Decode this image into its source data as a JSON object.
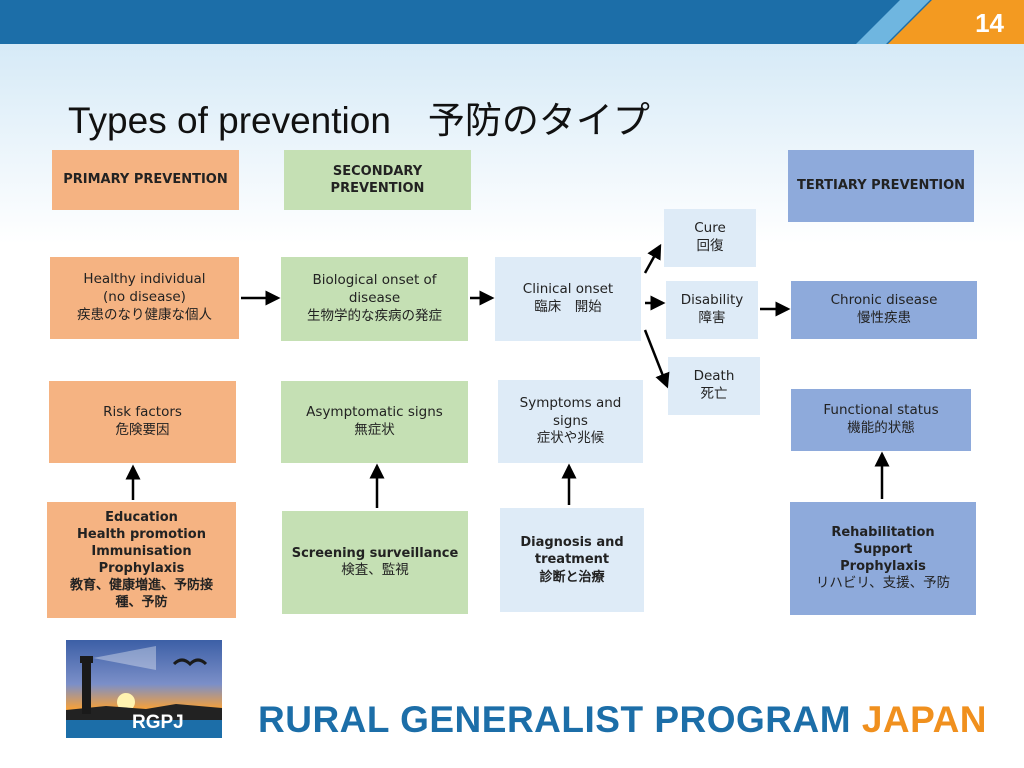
{
  "slide": {
    "page_number": "14",
    "title": "Types of prevention　予防のタイプ"
  },
  "colors": {
    "top_bar": "#1c6ea8",
    "corner_accent": "#f39a21",
    "primary": "#f5b382",
    "secondary": "#c5e0b4",
    "clinical": "#deebf7",
    "tertiary": "#8eaadb",
    "brand_blue": "#1c6ea8",
    "brand_orange": "#f0901e"
  },
  "headers": {
    "primary": [
      "PRIMARY PREVENTION"
    ],
    "secondary": [
      "SECONDARY",
      "PREVENTION"
    ],
    "tertiary": [
      "TERTIARY PREVENTION"
    ]
  },
  "stages": {
    "healthy": [
      "Healthy individual",
      "(no disease)",
      "疾患のなり健康な個人"
    ],
    "bio_onset": [
      "Biological onset of disease",
      "生物学的な疾病の発症"
    ],
    "clinical_onset": [
      "Clinical onset",
      "臨床　開始"
    ],
    "cure": [
      "Cure",
      "回復"
    ],
    "disability": [
      "Disability",
      "障害"
    ],
    "death": [
      "Death",
      "死亡"
    ],
    "chronic": [
      "Chronic disease",
      "慢性疾患"
    ]
  },
  "states": {
    "risk": [
      "Risk factors",
      "危険要因"
    ],
    "asymptomatic": [
      "Asymptomatic signs",
      "無症状"
    ],
    "symptoms": [
      "Symptoms and",
      "signs",
      "症状や兆候"
    ],
    "functional": [
      "Functional status",
      "機能的状態"
    ]
  },
  "interventions": {
    "primary": [
      "Education",
      "Health promotion",
      "Immunisation",
      "Prophylaxis",
      "教育、健康増進、予防接",
      "種、予防"
    ],
    "secondary": [
      "Screening surveillance",
      "検査、監視"
    ],
    "clinical": [
      "Diagnosis and",
      "treatment",
      "診断と治療"
    ],
    "tertiary": [
      "Rehabilitation",
      "Support",
      "Prophylaxis",
      "リハビリ、支援、予防"
    ]
  },
  "logo": {
    "icon": "lighthouse-sunset-icon",
    "label": "RGPJ"
  },
  "program": {
    "name_main": "RURAL GENERALIST PROGRAM ",
    "name_accent": "JAPAN"
  }
}
